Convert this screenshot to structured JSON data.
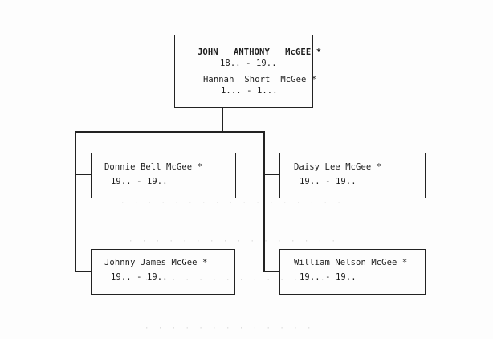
{
  "tree": {
    "root": {
      "name": "JOHN   ANTHONY   McGEE *",
      "dates": "18.. - 19..",
      "spouse": "Hannah  Short  McGee *",
      "spouse_dates": "1... - 1..."
    },
    "children": [
      {
        "name": "Donnie Bell McGee *",
        "dates": "19.. - 19.."
      },
      {
        "name": "Daisy Lee McGee *",
        "dates": "19.. - 19.."
      },
      {
        "name": "Johnny James McGee *",
        "dates": "19.. - 19.."
      },
      {
        "name": "William Nelson McGee *",
        "dates": "19.. - 19.."
      }
    ]
  }
}
